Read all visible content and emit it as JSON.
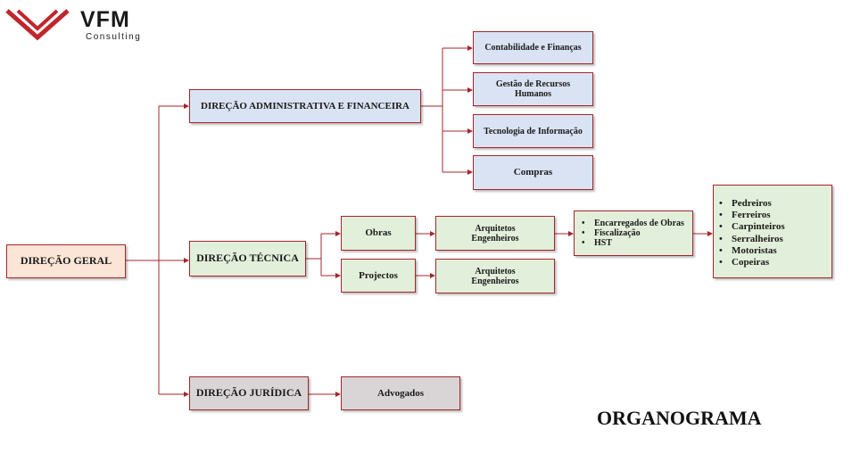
{
  "logo": {
    "name": "VFM",
    "subtitle": "Consulting",
    "color": "#c0262c"
  },
  "title": "ORGANOGRAMA",
  "colors": {
    "connector": "#a4262c",
    "blue": "#dae3f3",
    "pink": "#fbe5d6",
    "gray": "#d9d5d6",
    "green": "#e2efda"
  },
  "nodes": {
    "direcao_geral": "DIREÇÃO GERAL",
    "direcao_admin": "DIREÇÃO ADMINISTRATIVA E FINANCEIRA",
    "contabilidade": "Contabilidade e Finanças",
    "recursos_humanos": "Gestão de Recursos Humanos",
    "tecnologia": "Tecnologia de Informação",
    "compras": "Compras",
    "direcao_tecnica": "DIREÇÃO TÉCNICA",
    "obras": "Obras",
    "projectos": "Projectos",
    "obras_staff": [
      "Arquitetos",
      "Engenheiros"
    ],
    "projectos_staff": [
      "Arquitetos",
      "Engenheiros"
    ],
    "supervisao": [
      "Encarregados de Obras",
      "Fiscalização",
      "HST"
    ],
    "operarios": [
      "Pedreiros",
      "Ferreiros",
      "Carpinteiros",
      "Serralheiros",
      "Motoristas",
      "Copeiras"
    ],
    "direcao_juridica": "DIREÇÃO JURÍDICA",
    "advogados": "Advogados"
  }
}
